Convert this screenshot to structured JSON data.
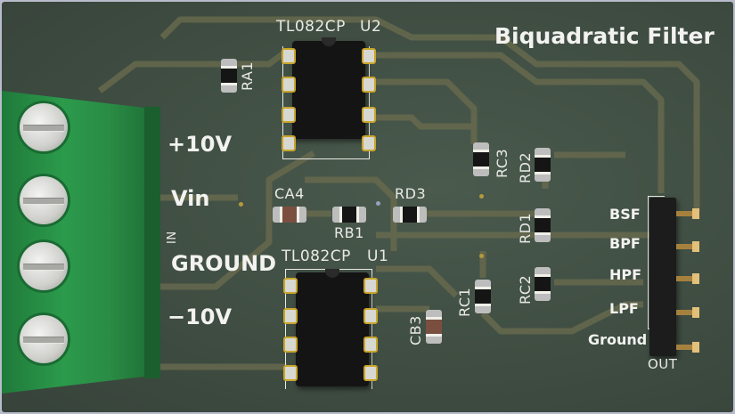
{
  "board": {
    "title": "Biquadratic Filter",
    "input_connector": {
      "ref": "IN",
      "pins": [
        "+10V",
        "Vin",
        "GROUND",
        "−10V"
      ]
    },
    "output_connector": {
      "ref": "OUT",
      "pins": [
        "BSF",
        "BPF",
        "HPF",
        "LPF",
        "Ground"
      ]
    },
    "ics": [
      {
        "ref": "U2",
        "value": "TL082CP"
      },
      {
        "ref": "U1",
        "value": "TL082CP"
      }
    ],
    "components": {
      "RA1": "RA1",
      "CA4": "CA4",
      "RB1": "RB1",
      "RD3": "RD3",
      "RC3": "RC3",
      "RD2": "RD2",
      "RD1": "RD1",
      "RC2": "RC2",
      "RC1": "RC1",
      "CB3": "CB3"
    },
    "colors": {
      "pcb": "#3f4d42",
      "silkscreen": "#f2f2f0",
      "trace": "#6b6d4f",
      "terminal": "#2b9a4b"
    }
  }
}
